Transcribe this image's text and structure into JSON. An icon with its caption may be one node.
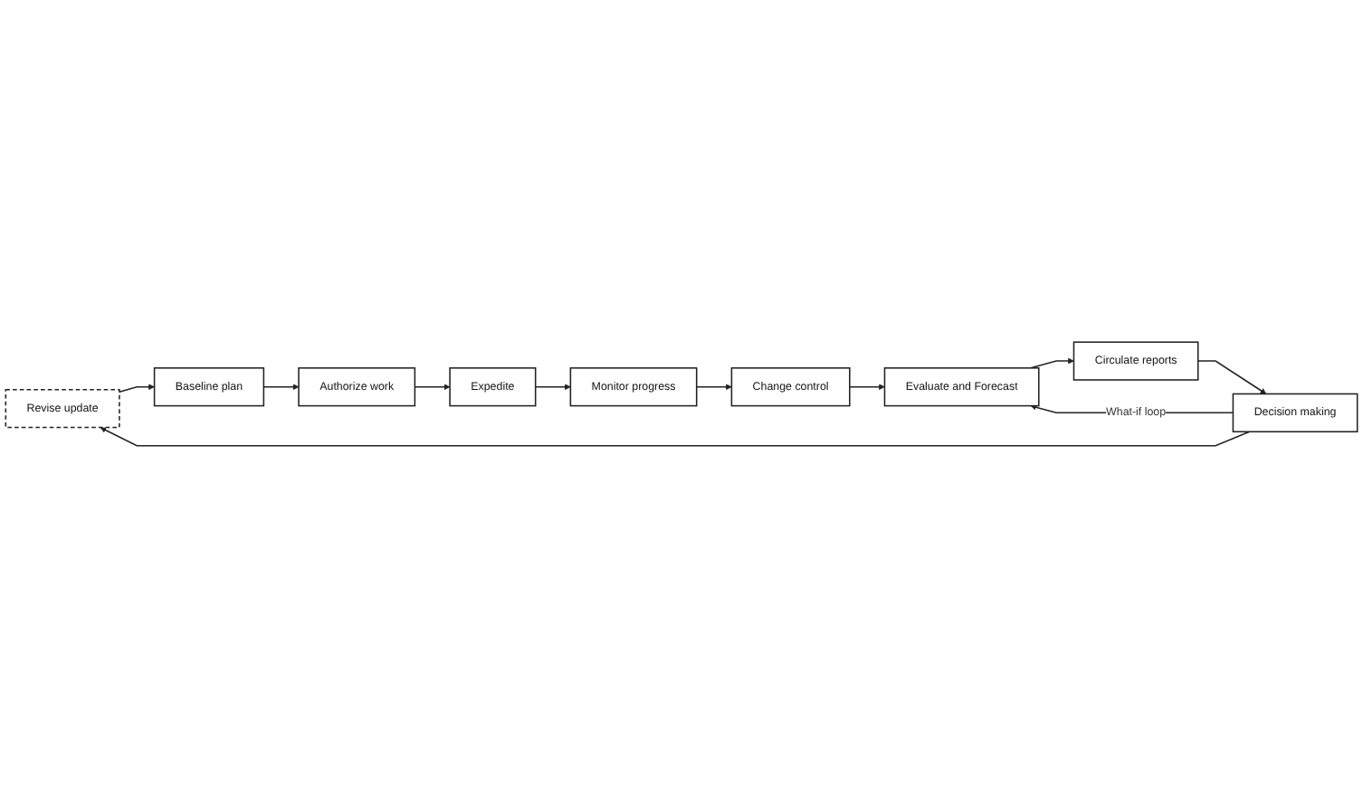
{
  "diagram": {
    "nodes": [
      {
        "text": [
          "Revise update"
        ]
      },
      {
        "text": [
          "Baseline plan"
        ]
      },
      {
        "text": [
          "Authorize work"
        ]
      },
      {
        "text": [
          "Expedite"
        ]
      },
      {
        "text": [
          "Monitor progress"
        ]
      },
      {
        "text": [
          "Change control"
        ]
      },
      {
        "text": [
          "Evaluate and Forecast"
        ]
      },
      {
        "text": [
          "Circulate reports"
        ]
      },
      {
        "text": [
          "Decision making"
        ]
      }
    ],
    "edges": [
      {
        "from": 8,
        "to": 0,
        "arrow": "to"
      },
      {
        "from": 0,
        "to": 1,
        "arrow": "to"
      },
      {
        "from": 1,
        "to": 2,
        "arrow": "to"
      },
      {
        "from": 2,
        "to": 3,
        "arrow": "to"
      },
      {
        "from": 3,
        "to": 4,
        "arrow": "to"
      },
      {
        "from": 4,
        "to": 5,
        "arrow": "to"
      },
      {
        "from": 5,
        "to": 6,
        "arrow": "to"
      },
      {
        "from": 6,
        "to": 7,
        "arrow": "to"
      },
      {
        "from": 7,
        "to": 8,
        "arrow": "to"
      },
      {
        "from": 8,
        "to": 6,
        "arrow": "to",
        "label": "What-if loop"
      }
    ]
  }
}
